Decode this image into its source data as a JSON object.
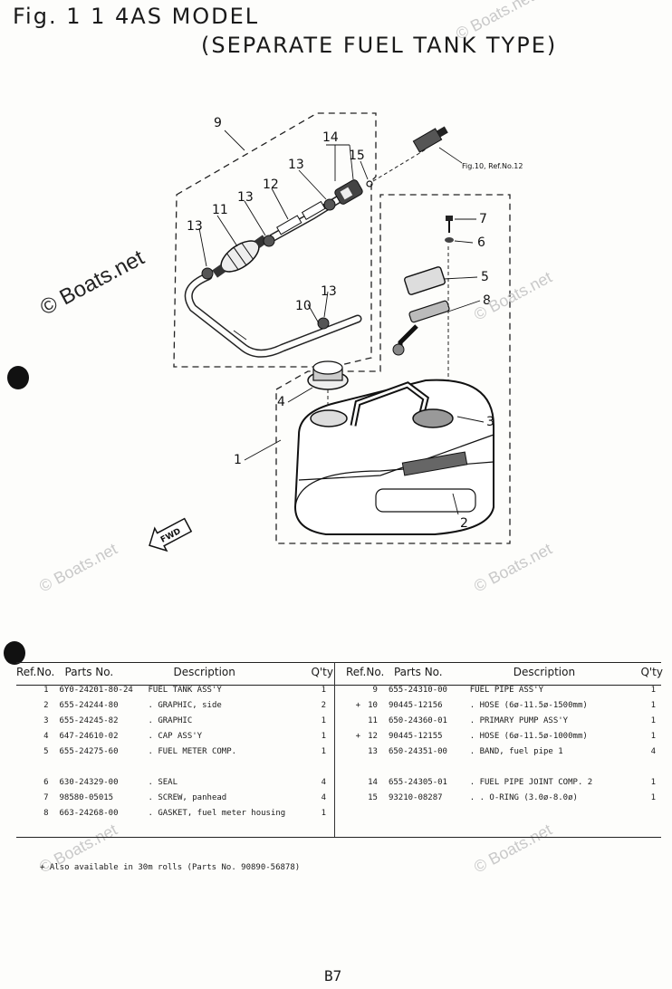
{
  "header": {
    "fig_line": "Fig. 1 1  4AS  MODEL",
    "type_line": "(SEPARATE  FUEL  TANK  TYPE)"
  },
  "watermarks": {
    "main": "© Boats.net",
    "faint": "© Boats.net"
  },
  "diagram": {
    "callouts": [
      "1",
      "2",
      "3",
      "4",
      "5",
      "6",
      "7",
      "8",
      "9",
      "10",
      "11",
      "12",
      "13",
      "14",
      "15"
    ],
    "callout_13": "13",
    "ref_note": "Fig.10, Ref.No.12",
    "fwd_label": "FWD"
  },
  "table": {
    "headers": {
      "ref_no": "Ref.No.",
      "parts_no": "Parts No.",
      "description": "Description",
      "qty": "Q'ty"
    },
    "left_rows": [
      {
        "ref": "1",
        "part": "6Y0-24201-80-24",
        "desc": "FUEL TANK ASS'Y",
        "qty": "1"
      },
      {
        "ref": "2",
        "part": "655-24244-80",
        "desc": ". GRAPHIC, side",
        "qty": "2"
      },
      {
        "ref": "3",
        "part": "655-24245-82",
        "desc": ". GRAPHIC",
        "qty": "1"
      },
      {
        "ref": "4",
        "part": "647-24610-02",
        "desc": ". CAP ASS'Y",
        "qty": "1"
      },
      {
        "ref": "5",
        "part": "655-24275-60",
        "desc": ". FUEL METER COMP.",
        "qty": "1"
      },
      {
        "ref": "",
        "part": "",
        "desc": "",
        "qty": ""
      },
      {
        "ref": "6",
        "part": "630-24329-00",
        "desc": ". SEAL",
        "qty": "4"
      },
      {
        "ref": "7",
        "part": "98580-05015",
        "desc": ". SCREW, panhead",
        "qty": "4"
      },
      {
        "ref": "8",
        "part": "663-24268-00",
        "desc": ". GASKET, fuel meter housing",
        "qty": "1"
      }
    ],
    "right_rows": [
      {
        "mark": "",
        "ref": "9",
        "part": "655-24310-00",
        "desc": "FUEL PIPE ASS'Y",
        "qty": "1"
      },
      {
        "mark": "+",
        "ref": "10",
        "part": "90445-12156",
        "desc": ". HOSE (6ø-11.5ø-1500mm)",
        "qty": "1"
      },
      {
        "mark": "",
        "ref": "11",
        "part": "650-24360-01",
        "desc": ". PRIMARY PUMP ASS'Y",
        "qty": "1"
      },
      {
        "mark": "+",
        "ref": "12",
        "part": "90445-12155",
        "desc": ". HOSE (6ø-11.5ø-1000mm)",
        "qty": "1"
      },
      {
        "mark": "",
        "ref": "13",
        "part": "650-24351-00",
        "desc": ". BAND, fuel pipe 1",
        "qty": "4"
      },
      {
        "mark": "",
        "ref": "",
        "part": "",
        "desc": "",
        "qty": ""
      },
      {
        "mark": "",
        "ref": "14",
        "part": "655-24305-01",
        "desc": ". FUEL PIPE JOINT COMP. 2",
        "qty": "1"
      },
      {
        "mark": "",
        "ref": "15",
        "part": "93210-08287",
        "desc": ". . O-RING (3.0ø-8.0ø)",
        "qty": "1"
      }
    ],
    "footnote": "+ Also available in 30m rolls (Parts No. 90890-56878)"
  },
  "page_number": "B7"
}
